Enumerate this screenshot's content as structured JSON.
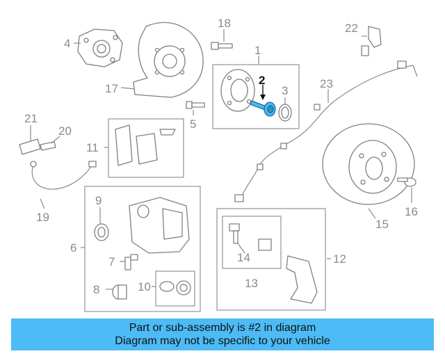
{
  "callouts": {
    "c1": "1",
    "c2": "2",
    "c3": "3",
    "c4": "4",
    "c5": "5",
    "c6": "6",
    "c7": "7",
    "c8": "8",
    "c9": "9",
    "c10": "10",
    "c11": "11",
    "c12": "12",
    "c13": "13",
    "c14": "14",
    "c15": "15",
    "c16": "16",
    "c17": "17",
    "c18": "18",
    "c19": "19",
    "c20": "20",
    "c21": "21",
    "c22": "22",
    "c23": "23"
  },
  "highlight": {
    "part": "2",
    "color": "#4db8f0"
  },
  "banner": {
    "line1": "Part or sub-assembly is #2 in diagram",
    "line2": "Diagram may not be specific to your vehicle",
    "color": "#4dbbf5"
  }
}
